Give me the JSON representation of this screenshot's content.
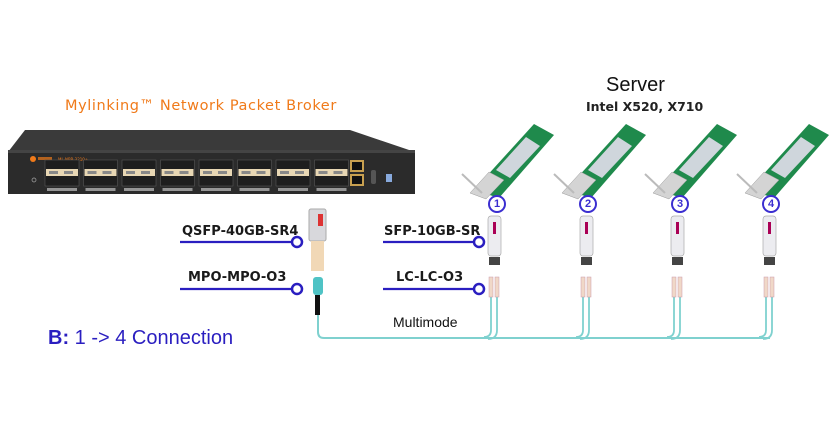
{
  "npb": {
    "title": "Mylinking™ Network Packet Broker",
    "model_label": "ML-NPB-3210+",
    "port_groups": 8
  },
  "server": {
    "title": "Server",
    "subtitle": "Intel X520, X710",
    "nic_count": 4,
    "badges": [
      "1",
      "2",
      "3",
      "4"
    ]
  },
  "labels": {
    "qsfp": "QSFP-40GB-SR4",
    "mpo": "MPO-MPO-O3",
    "sfp": "SFP-10GB-SR",
    "lc": "LC-LC-O3",
    "multimode": "Multimode"
  },
  "connection": {
    "prefix": "B:",
    "text": "1 -> 4 Connection"
  },
  "colors": {
    "accent_blue": "#2a1ec0",
    "line_blue": "#2a1ec0",
    "brand_orange": "#f07a1a",
    "fiber_aqua": "#7fd1cf",
    "chassis_dark": "#2b2b2b"
  }
}
